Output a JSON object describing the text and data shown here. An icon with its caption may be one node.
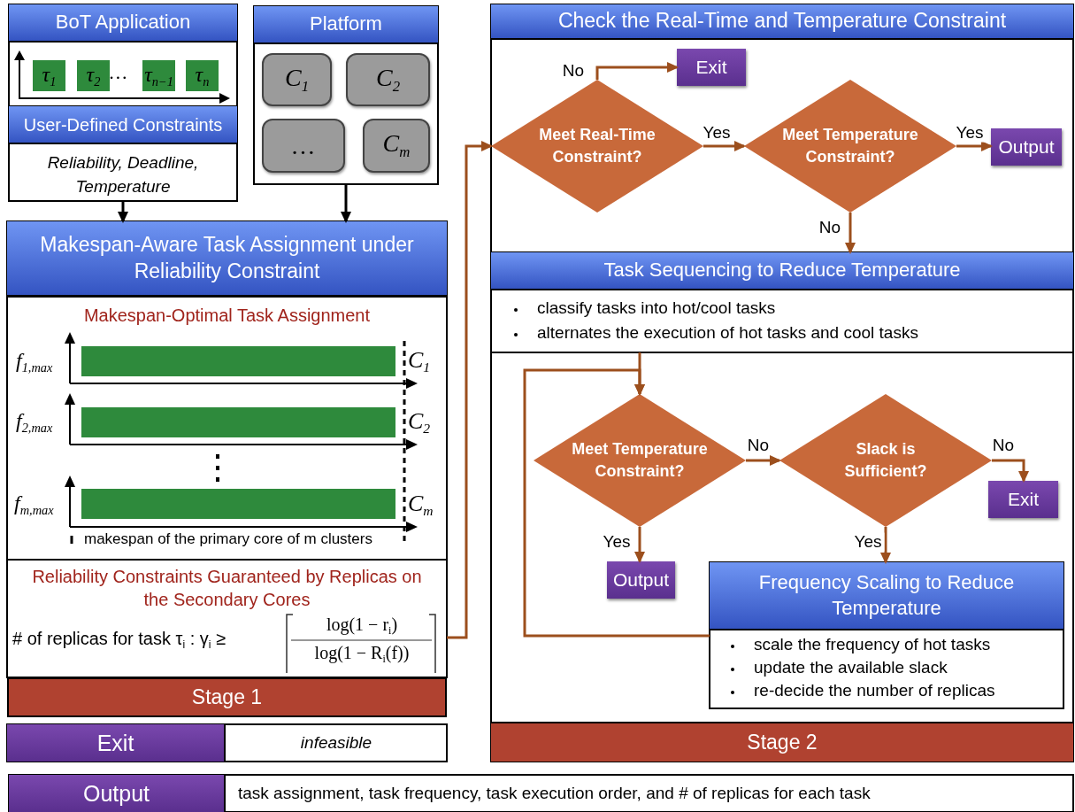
{
  "diagram": {
    "nodes": [
      {
        "text": [
          "BoT Application"
        ]
      },
      {
        "text": [
          "τ$_{1}$"
        ],
        "in": 0
      },
      {
        "text": [
          "τ$_{2}$"
        ],
        "in": 0
      },
      {
        "text": [
          "τ$_{n−1}$"
        ],
        "in": 0
      },
      {
        "text": [
          "τ$_{n}$"
        ],
        "in": 0
      },
      {
        "text": [
          "User-Defined Constraints",
          "Reliability, Deadline, Temperature"
        ]
      },
      {
        "text": [
          "Platform"
        ]
      },
      {
        "text": [
          "C$_{1}$"
        ],
        "in": 6
      },
      {
        "text": [
          "C$_{2}$"
        ],
        "in": 6
      },
      {
        "text": [
          "…"
        ],
        "in": 6
      },
      {
        "text": [
          "C$_{m}$"
        ],
        "in": 6
      },
      {
        "text": [
          "Makespan-Aware Task Assignment under Reliability Constraint"
        ]
      },
      {
        "text": [
          "Makespan-Optimal Task Assignment"
        ],
        "in": 11
      },
      {
        "text": [
          "Reliability Constraints Guaranteed by Replicas on the Secondary Cores",
          "# of replicas for task τ$_{i}$ : γ$_{i}$ ≥",
          "log(1 − r$_{i}$)",
          "log(1 − R$_{i}$(f))"
        ],
        "in": 11
      },
      {
        "text": [
          "Stage 1"
        ]
      },
      {
        "text": [
          "Exit",
          "infeasible"
        ]
      },
      {
        "text": [
          "Output",
          "task assignment, task frequency, task execution order, and # of replicas for each task"
        ]
      },
      {
        "text": [
          "Stage 2"
        ]
      },
      {
        "text": [
          "Check the Real-Time and Temperature Constraint"
        ],
        "in": 17
      },
      {
        "text": [
          "Meet Real-Time Constraint?"
        ],
        "in": 18
      },
      {
        "text": [
          "Exit"
        ],
        "in": 18
      },
      {
        "text": [
          "Meet Temperature Constraint?"
        ],
        "in": 18
      },
      {
        "text": [
          "Output"
        ],
        "in": 18
      },
      {
        "text": [
          "Task Sequencing to Reduce Temperature",
          "classify tasks into hot/cool tasks",
          "alternates the execution of hot tasks and cool tasks"
        ],
        "in": 17
      },
      {
        "text": [
          "Meet Temperature Constraint?"
        ],
        "in": 17
      },
      {
        "text": [
          "Slack is Sufficient?"
        ],
        "in": 17
      },
      {
        "text": [
          "Exit"
        ],
        "in": 17
      },
      {
        "text": [
          "Output"
        ],
        "in": 17
      },
      {
        "text": [
          "Frequency Scaling to Reduce Temperature",
          "scale the frequency of hot tasks",
          "update the available slack",
          "re-decide the number of replicas"
        ],
        "in": 17
      }
    ],
    "edges": [
      {
        "from": 5,
        "to": 11,
        "arrow": "to",
        "color": "#000000"
      },
      {
        "from": 6,
        "to": 11,
        "arrow": "to",
        "color": "#000000"
      },
      {
        "from": 13,
        "to": 19,
        "arrow": "to"
      },
      {
        "from": 19,
        "to": 20,
        "arrow": "to",
        "label": "No"
      },
      {
        "from": 19,
        "to": 21,
        "arrow": "to",
        "label": "Yes"
      },
      {
        "from": 21,
        "to": 22,
        "arrow": "to",
        "label": "Yes"
      },
      {
        "from": 21,
        "to": 23,
        "arrow": "to",
        "label": "No"
      },
      {
        "from": 23,
        "to": 24,
        "arrow": "to"
      },
      {
        "from": 24,
        "to": 25,
        "arrow": "to",
        "label": "No"
      },
      {
        "from": 24,
        "to": 27,
        "arrow": "to",
        "label": "Yes"
      },
      {
        "from": 25,
        "to": 26,
        "arrow": "to",
        "label": "No"
      },
      {
        "from": 25,
        "to": 28,
        "arrow": "to",
        "label": "Yes"
      },
      {
        "from": 28,
        "to": 24,
        "arrow": "to"
      }
    ],
    "labels": [
      "…",
      "f$_{1,max}$",
      "C$_{1}$",
      "f$_{2,max}$",
      "C$_{2}$",
      "f$_{m,max}$",
      "C$_{m}$",
      "makespan of the primary core of m clusters"
    ]
  }
}
